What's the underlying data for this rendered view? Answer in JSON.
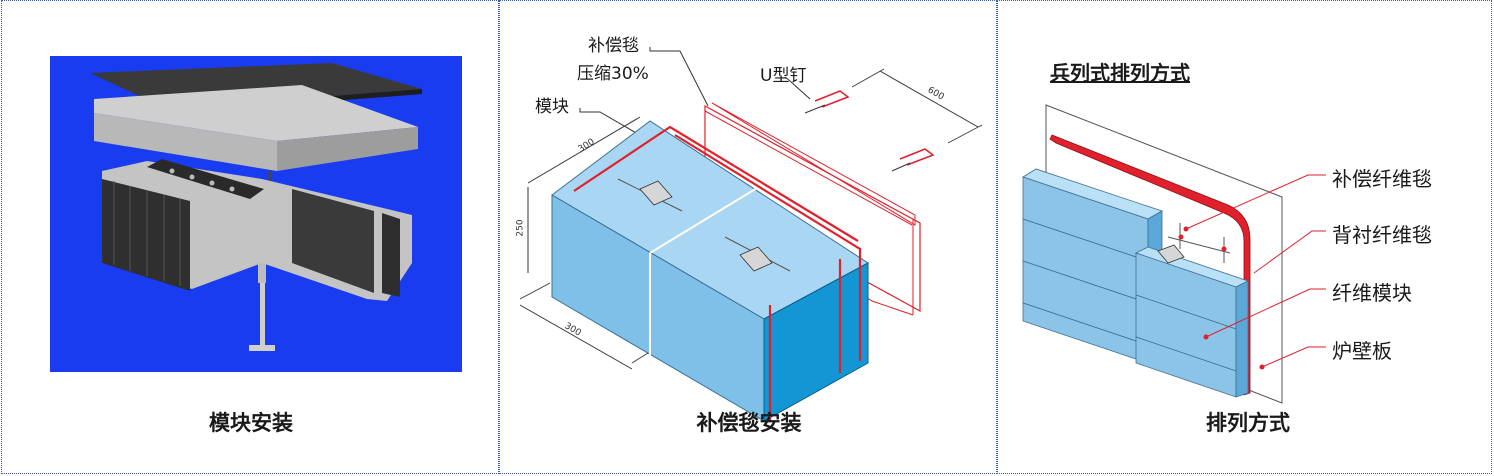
{
  "panels": {
    "module_install": {
      "caption": "模块安装"
    },
    "blanket_install": {
      "caption": "补偿毯安装",
      "label_blanket": "补偿毯",
      "label_compress": "压缩30%",
      "label_module": "模块",
      "label_ushape_nail": "U型钉",
      "dim_300_top": "300",
      "dim_250": "250",
      "dim_300_bottom": "300",
      "dim_600": "600"
    },
    "arrangement": {
      "title": "兵列式排列方式",
      "caption": "排列方式",
      "label_comp_blanket": "补偿纤维毯",
      "label_back_blanket": "背衬纤维毯",
      "label_fiber_module": "纤维模块",
      "label_furnace_wall": "炉壁板"
    }
  },
  "colors": {
    "module_blue": "#8cc4e8",
    "module_face": "#a9d6f2",
    "dark_blue": "#1495d4",
    "red_line": "#e0202a",
    "render_bg": "#1a3cf0"
  }
}
